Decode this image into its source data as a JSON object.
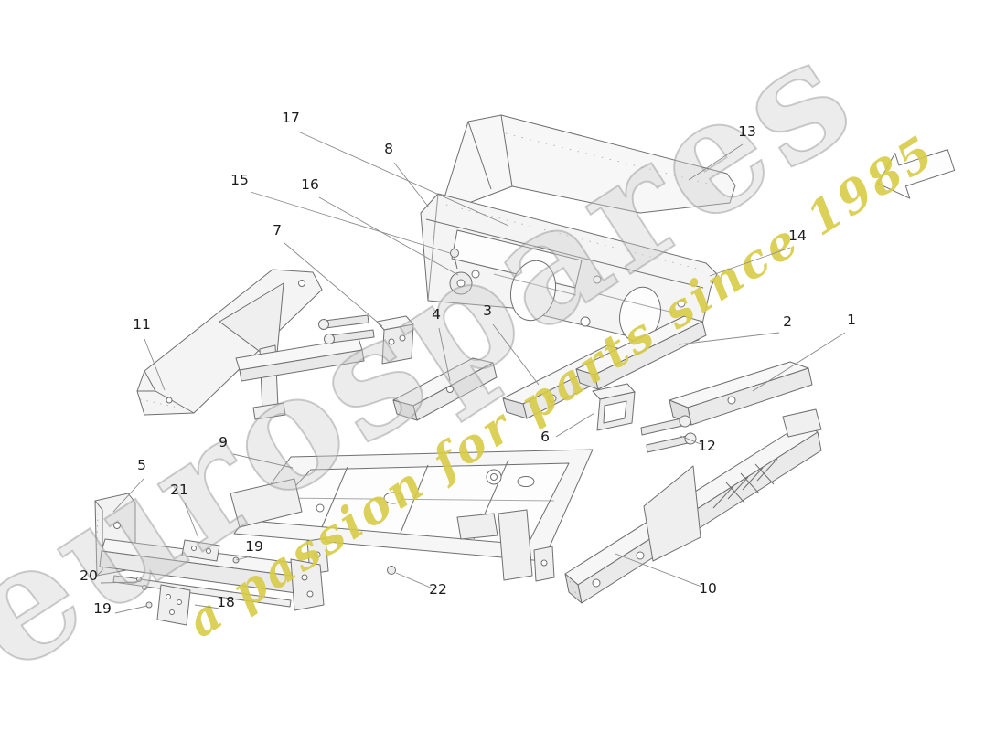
{
  "page": {
    "background": "#ffffff"
  },
  "watermark": {
    "brand": "eurospares",
    "tagline": "a passion for parts since 1985",
    "brand_color": "#c9c9c9",
    "tagline_color": "#d7cb46"
  },
  "direction_arrow": {
    "direction": "left"
  },
  "callouts": [
    {
      "label": "17"
    },
    {
      "label": "8"
    },
    {
      "label": "13"
    },
    {
      "label": "15"
    },
    {
      "label": "16"
    },
    {
      "label": "14"
    },
    {
      "label": "7"
    },
    {
      "label": "11"
    },
    {
      "label": "4"
    },
    {
      "label": "3"
    },
    {
      "label": "2"
    },
    {
      "label": "1"
    },
    {
      "label": "6"
    },
    {
      "label": "12"
    },
    {
      "label": "9"
    },
    {
      "label": "5"
    },
    {
      "label": "21"
    },
    {
      "label": "19"
    },
    {
      "label": "20"
    },
    {
      "label": "19"
    },
    {
      "label": "18"
    },
    {
      "label": "22"
    },
    {
      "label": "10"
    }
  ]
}
